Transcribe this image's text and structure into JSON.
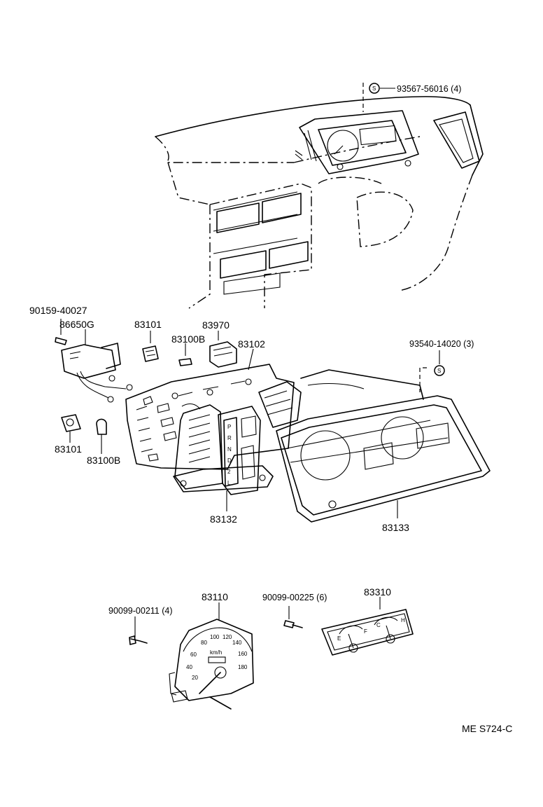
{
  "parts": {
    "p93567": "93567-56016 (4)",
    "p90159": "90159-40027",
    "p86650": "86650G",
    "p83101a": "83101",
    "p83100b_a": "83100B",
    "p83970": "83970",
    "p83102": "83102",
    "p93540": "93540-14020 (3)",
    "p83101b": "83101",
    "p83100b_b": "83100B",
    "p83132": "83132",
    "p83133": "83133",
    "p90099_211": "90099-00211 (4)",
    "p83110": "83110",
    "p90099_225": "90099-00225 (6)",
    "p83310": "83310"
  },
  "symbols": {
    "screw_mark": "S"
  },
  "gauge_labels": {
    "speeds": [
      "20",
      "40",
      "60",
      "80",
      "100",
      "120",
      "140",
      "160",
      "180"
    ],
    "unit": "km/h",
    "fuel_e": "E",
    "fuel_f": "F",
    "temp_c": "C",
    "temp_h": "H"
  },
  "prnd": [
    "P",
    "R",
    "N",
    "D",
    "2",
    "L"
  ],
  "footer_code": "ME S724-C"
}
